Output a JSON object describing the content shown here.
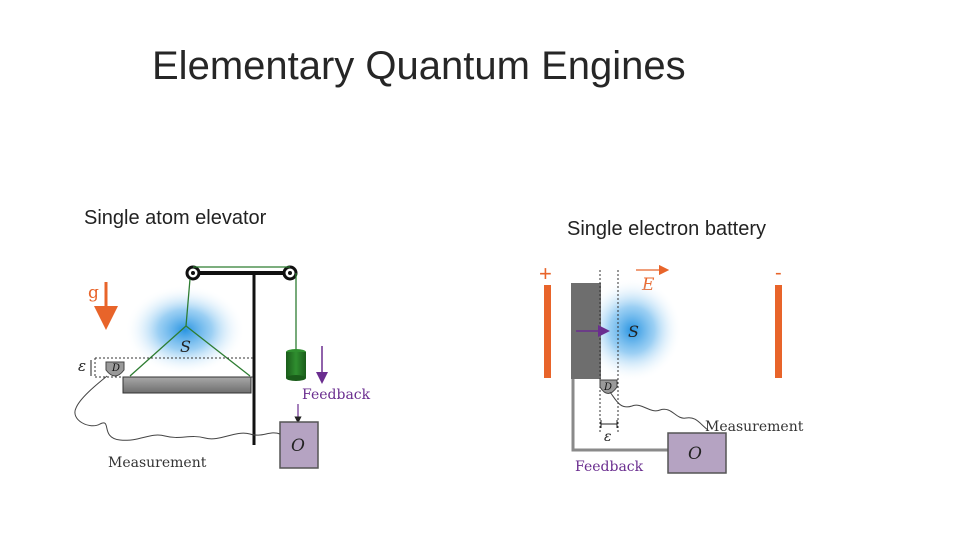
{
  "slide": {
    "title": "Elementary Quantum Engines"
  },
  "left_panel": {
    "caption": "Single atom elevator",
    "labels": {
      "gravity": "g",
      "system": "S",
      "epsilon": "ε",
      "detector": "D",
      "feedback": "Feedback",
      "observer": "O",
      "measurement": "Measurement"
    }
  },
  "right_panel": {
    "caption": "Single electron battery",
    "labels": {
      "plus": "+",
      "minus": "-",
      "field": "E",
      "system": "S",
      "detector": "D",
      "epsilon": "ε",
      "measurement": "Measurement",
      "feedback": "Feedback",
      "observer": "O"
    }
  },
  "colors": {
    "orange": "#e8642a",
    "purple": "#6a2d8f",
    "green": "#2e7d32",
    "dark_green": "#1e6b1e",
    "observer_box": "#b5a3c2",
    "blue_glow": "#1e8fe0",
    "gray_plate": "#8a8a8a"
  }
}
